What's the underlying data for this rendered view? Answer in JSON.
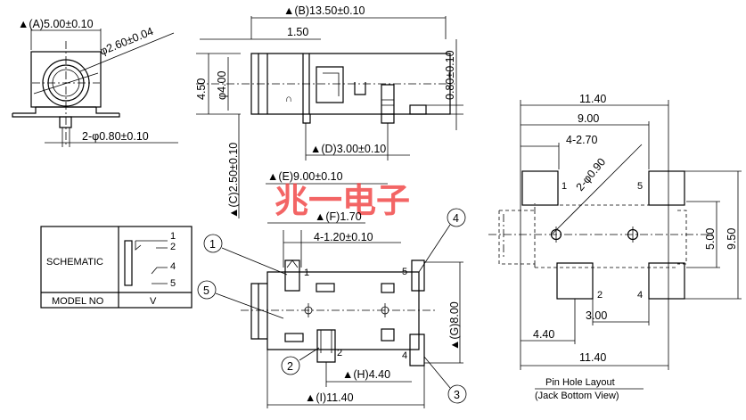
{
  "watermark": "兆一电子",
  "dims": {
    "a": "▲(A)5.00±0.10",
    "phi260": "φ2.60±0.04",
    "pin_dia": "2-φ0.80±0.10",
    "b": "▲(B)13.50±0.10",
    "d150": "1.50",
    "d450": "4.50",
    "phi400": "φ4.00",
    "d080": "0.80±0.10",
    "c": "▲(C)2.50±0.10",
    "d": "▲(D)3.00±0.10",
    "e": "▲(E)9.00±0.10",
    "f": "▲(F)1.70",
    "d120": "4-1.20±0.10",
    "g": "▲(G)8.00",
    "h": "▲(H)4.40",
    "i": "▲(I)11.40",
    "r1140_top": "11.40",
    "r900": "9.00",
    "r270": "4-2.70",
    "r090": "2-φ0.90",
    "r500": "5.00",
    "r950": "9.50",
    "r300": "3.00",
    "r440": "4.40",
    "r1140_bot": "11.40"
  },
  "pins": {
    "p1": "1",
    "p2": "2",
    "p4": "4",
    "p5": "5",
    "r1": "1",
    "r2": "2",
    "r4": "4",
    "r5": "5"
  },
  "callouts": {
    "c1": "1",
    "c2": "2",
    "c3": "3",
    "c4": "4",
    "c5": "5"
  },
  "schematic": {
    "label": "SCHEMATIC",
    "model_label": "MODEL NO",
    "model_value": "V",
    "pin1": "1",
    "pin2": "2",
    "pin4": "4",
    "pin5": "5"
  },
  "layout": {
    "title": "Pin Hole Layout",
    "subtitle": "(Jack Bottom View)"
  }
}
